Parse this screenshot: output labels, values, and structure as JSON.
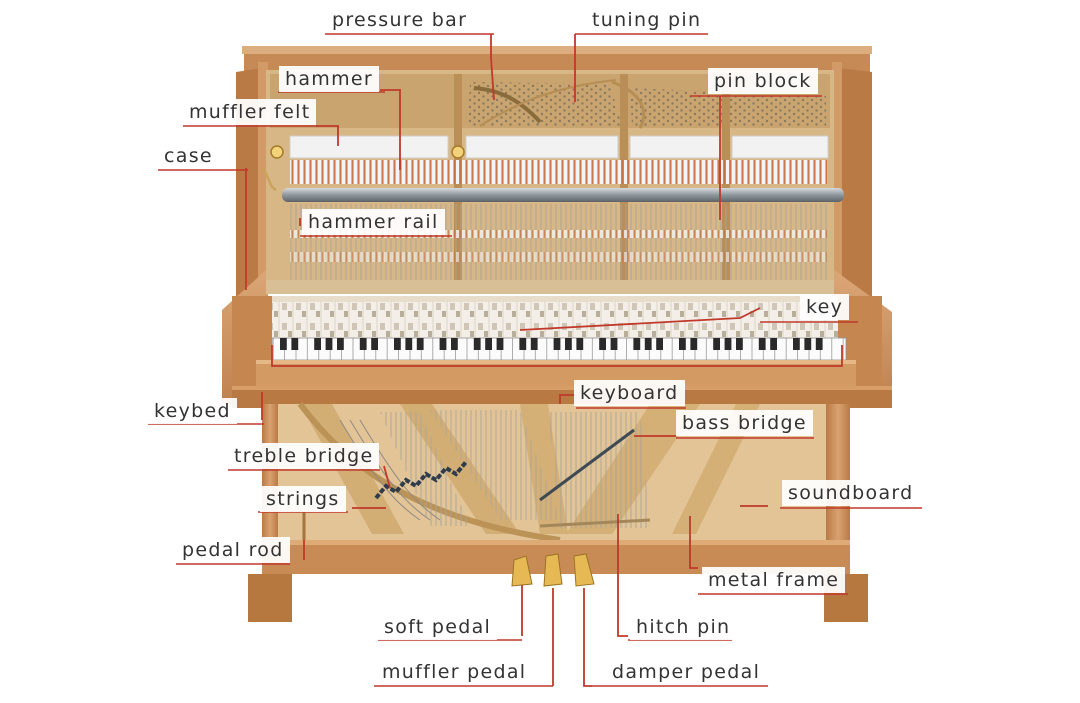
{
  "colors": {
    "wood": "#cf9360",
    "wood_dark": "#a0602f",
    "wood_light": "#e0b283",
    "wood_shadow": "#8d5424",
    "frame_gold": "#c8a06a",
    "soundboard": "#e3c497",
    "leader_red": "#c0392b",
    "underline": "#c0392b",
    "label_text": "#333333",
    "felt": "#f1f1f1",
    "rail_metal": "#8e959b"
  },
  "labels": {
    "pressure_bar": "pressure bar",
    "tuning_pin": "tuning pin",
    "hammer": "hammer",
    "pin_block": "pin block",
    "muffler_felt": "muffler felt",
    "case": "case",
    "hammer_rail": "hammer rail",
    "key": "key",
    "keyboard": "keyboard",
    "keybed": "keybed",
    "bass_bridge": "bass bridge",
    "treble_bridge": "treble bridge",
    "strings": "strings",
    "soundboard": "soundboard",
    "pedal_rod": "pedal rod",
    "metal_frame": "metal frame",
    "soft_pedal": "soft pedal",
    "hitch_pin": "hitch pin",
    "muffler_pedal": "muffler pedal",
    "damper_pedal": "damper pedal"
  }
}
